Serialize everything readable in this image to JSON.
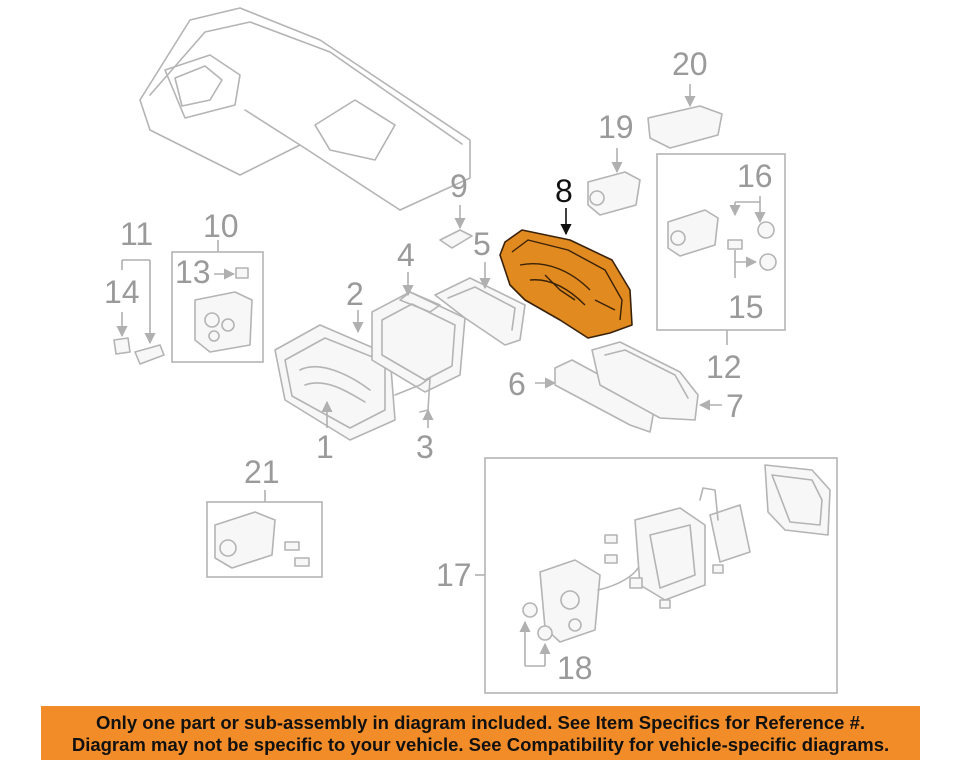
{
  "diagram": {
    "highlighted_part": "8",
    "highlight_color": "#e08a20",
    "notice_color": "#f28c28",
    "callouts": {
      "c1": "1",
      "c2": "2",
      "c3": "3",
      "c4": "4",
      "c5": "5",
      "c6": "6",
      "c7": "7",
      "c8": "8",
      "c9": "9",
      "c10": "10",
      "c11": "11",
      "c12": "12",
      "c13": "13",
      "c14": "14",
      "c15": "15",
      "c16": "16",
      "c17": "17",
      "c18": "18",
      "c19": "19",
      "c20": "20",
      "c21": "21"
    }
  },
  "notice": {
    "line1": "Only one part or sub-assembly in diagram included. See Item Specifics for Reference #.",
    "line2": "Diagram may not be specific to your vehicle. See Compatibility for vehicle-specific diagrams."
  }
}
